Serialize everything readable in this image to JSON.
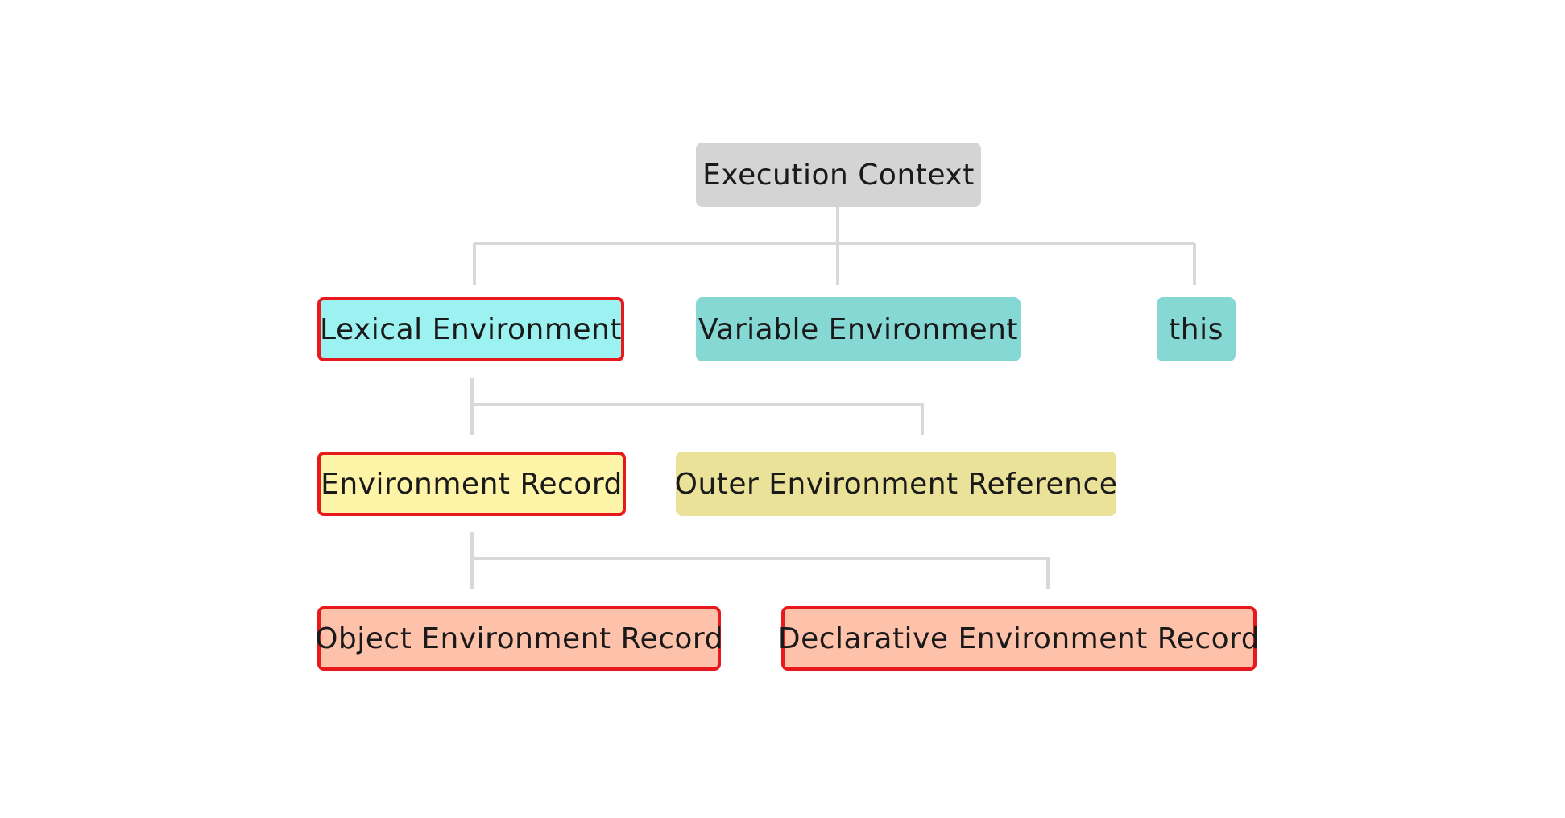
{
  "nodes": {
    "execution_context": {
      "label": "Execution Context",
      "fill": "#d4d4d4",
      "highlighted": false
    },
    "lexical_environment": {
      "label": "Lexical Environment",
      "fill": "#9cf2f0",
      "highlighted": true
    },
    "variable_environment": {
      "label": "Variable Environment",
      "fill": "#86d8d4",
      "highlighted": false
    },
    "this": {
      "label": "this",
      "fill": "#86d8d4",
      "highlighted": false
    },
    "environment_record": {
      "label": "Environment Record",
      "fill": "#fef4a8",
      "highlighted": true
    },
    "outer_environment_reference": {
      "label": "Outer Environment Reference",
      "fill": "#ebe29a",
      "highlighted": false
    },
    "object_environment_record": {
      "label": "Object Environment Record",
      "fill": "#fec2ab",
      "highlighted": true
    },
    "declarative_environment_record": {
      "label": "Declarative Environment Record",
      "fill": "#fec2ab",
      "highlighted": true
    }
  },
  "edges": [
    {
      "from": "execution_context",
      "to": "lexical_environment"
    },
    {
      "from": "execution_context",
      "to": "variable_environment"
    },
    {
      "from": "execution_context",
      "to": "this"
    },
    {
      "from": "lexical_environment",
      "to": "environment_record"
    },
    {
      "from": "lexical_environment",
      "to": "outer_environment_reference"
    },
    {
      "from": "environment_record",
      "to": "object_environment_record"
    },
    {
      "from": "environment_record",
      "to": "declarative_environment_record"
    }
  ],
  "colors": {
    "connector": "#d9d9d9",
    "highlight_border": "#e8191c",
    "text": "#1a1a1a"
  }
}
